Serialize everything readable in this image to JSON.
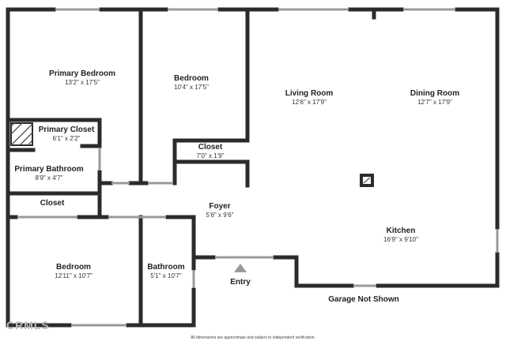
{
  "rooms": {
    "primary_bedroom": {
      "name": "Primary Bedroom",
      "dims": "13'2\" x 17'5\""
    },
    "bedroom_top": {
      "name": "Bedroom",
      "dims": "10'4\" x 17'5\""
    },
    "living_room": {
      "name": "Living Room",
      "dims": "12'6\" x 17'9\""
    },
    "dining_room": {
      "name": "Dining Room",
      "dims": "12'7\" x 17'9\""
    },
    "primary_closet": {
      "name": "Primary Closet",
      "dims": "6'1\" x 2'2\""
    },
    "closet_mid": {
      "name": "Closet",
      "dims": "7'0\" x 1'9\""
    },
    "primary_bathroom": {
      "name": "Primary Bathroom",
      "dims": "8'9\" x 4'7\""
    },
    "closet_left": {
      "name": "Closet"
    },
    "foyer": {
      "name": "Foyer",
      "dims": "5'6\" x 9'6\""
    },
    "kitchen": {
      "name": "Kitchen",
      "dims": "16'9\" x 9'10\""
    },
    "bedroom_bottom": {
      "name": "Bedroom",
      "dims": "12'11\" x 10'7\""
    },
    "bathroom": {
      "name": "Bathroom",
      "dims": "5'1\" x 10'7\""
    }
  },
  "entry_label": "Entry",
  "garage_note": "Garage Not Shown",
  "footer_note": "All dimensions are approximate and subject to independent verification.",
  "watermark": "CRMLS"
}
